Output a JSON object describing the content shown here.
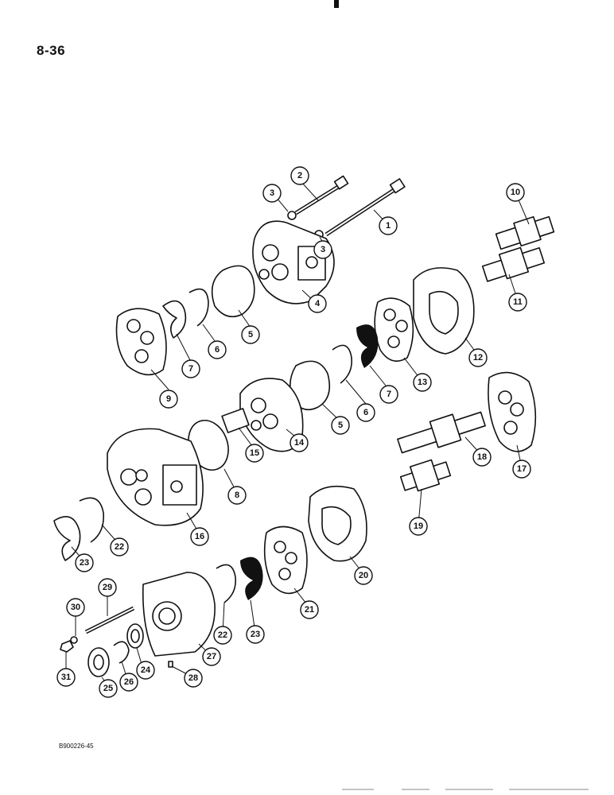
{
  "page": {
    "number": "8-36",
    "figure_code": "B900226-45"
  },
  "callouts": [
    "1",
    "2",
    "3",
    "3",
    "4",
    "5",
    "6",
    "7",
    "9",
    "10",
    "11",
    "12",
    "13",
    "7",
    "6",
    "5",
    "14",
    "15",
    "8",
    "16",
    "17",
    "18",
    "19",
    "22",
    "23",
    "20",
    "21",
    "23",
    "22",
    "27",
    "29",
    "30",
    "24",
    "26",
    "25",
    "31",
    "28"
  ]
}
